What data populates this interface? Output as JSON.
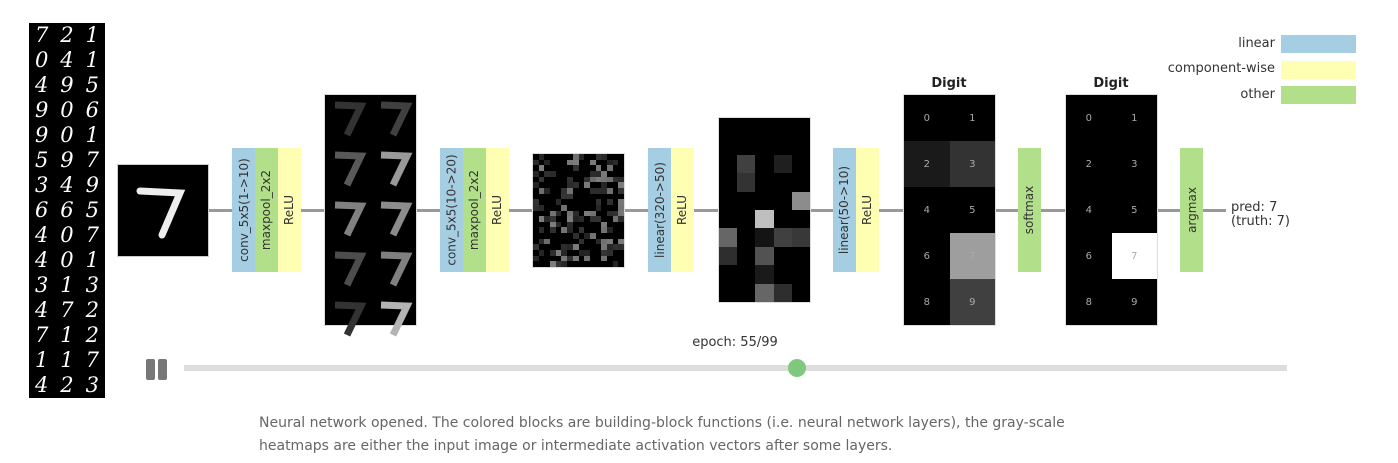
{
  "examples": [
    "7",
    "2",
    "1",
    "0",
    "4",
    "1",
    "4",
    "9",
    "5",
    "9",
    "0",
    "6",
    "9",
    "0",
    "1",
    "5",
    "9",
    "7",
    "3",
    "4",
    "9",
    "6",
    "6",
    "5",
    "4",
    "0",
    "7",
    "4",
    "0",
    "1",
    "3",
    "1",
    "3",
    "4",
    "7",
    "2",
    "7",
    "1",
    "2",
    "1",
    "1",
    "7",
    "4",
    "2",
    "3"
  ],
  "layers": {
    "conv1": "conv_5x5(1->10)",
    "pool1": "maxpool_2x2",
    "relu1": "ReLU",
    "conv2": "conv_5x5(10->20)",
    "pool2": "maxpool_2x2",
    "relu2": "ReLU",
    "lin1": "linear(320->50)",
    "relu3": "ReLU",
    "lin2": "linear(50->10)",
    "relu4": "ReLU",
    "softmax": "softmax",
    "argmax": "argmax"
  },
  "hidden50": [
    0,
    0,
    0,
    0,
    0,
    0,
    0,
    0,
    0,
    0,
    0,
    0.25,
    0,
    0.12,
    0,
    0,
    0.2,
    0,
    0,
    0,
    0,
    0,
    0,
    0,
    0.55,
    0,
    0,
    0.75,
    0,
    0,
    0.4,
    0,
    0.08,
    0.25,
    0.22,
    0.18,
    0,
    0.32,
    0,
    0,
    0,
    0,
    0.1,
    0,
    0,
    0,
    0,
    0.4,
    0.18,
    0
  ],
  "logits": {
    "title": "Digit",
    "labels": [
      "0",
      "1",
      "2",
      "3",
      "4",
      "5",
      "6",
      "7",
      "8",
      "9"
    ],
    "values": [
      0,
      0,
      0.1,
      0.2,
      0,
      0,
      0,
      0.62,
      0,
      0.25
    ]
  },
  "probs": {
    "title": "Digit",
    "labels": [
      "0",
      "1",
      "2",
      "3",
      "4",
      "5",
      "6",
      "7",
      "8",
      "9"
    ],
    "values": [
      0,
      0,
      0,
      0,
      0,
      0,
      0,
      1,
      0,
      0
    ]
  },
  "prediction": {
    "pred": "pred: 7",
    "truth": "(truth: 7)"
  },
  "legend": [
    {
      "label": "linear",
      "color": "#a6cee3"
    },
    {
      "label": "component-wise",
      "color": "#ffffb3"
    },
    {
      "label": "other",
      "color": "#b2df8a"
    }
  ],
  "slider": {
    "label": "epoch: 55/99",
    "value": 55,
    "max": 99,
    "thumb_color": "#7fc97f"
  },
  "caption": {
    "line1": "Neural network opened. The colored blocks are building-block functions (i.e. neural network layers), the gray-scale",
    "line2": "heatmaps are either the input image or intermediate activation vectors after some layers."
  }
}
